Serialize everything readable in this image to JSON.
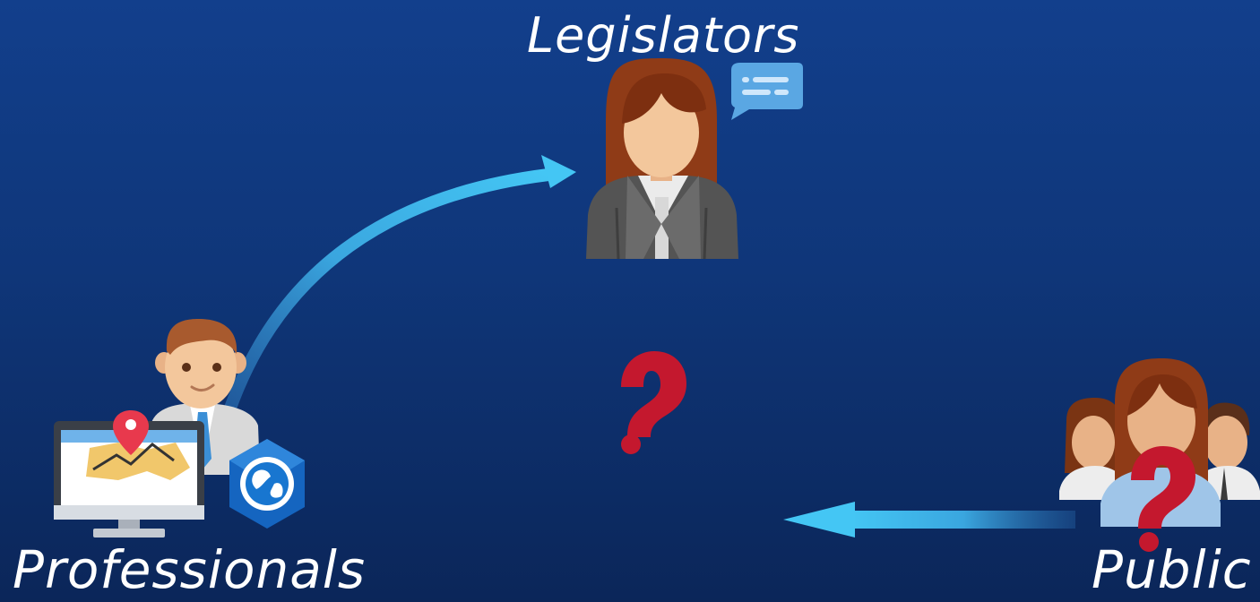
{
  "labels": {
    "legislators": "Legislators",
    "professionals": "Professionals",
    "public": "Public"
  },
  "colors": {
    "background_top": "#123f8c",
    "background_bottom": "#0b2659",
    "arrow": "#3fc3f2",
    "question_mark": "#c4182e",
    "text": "#ffffff"
  },
  "icons": {
    "legislator": "woman-legislator-icon",
    "speech": "speech-bubble-icon",
    "professional": "man-professional-icon",
    "computer": "map-computer-icon",
    "gis": "globe-app-icon",
    "public": "people-group-icon",
    "question": "question-mark-icon"
  }
}
